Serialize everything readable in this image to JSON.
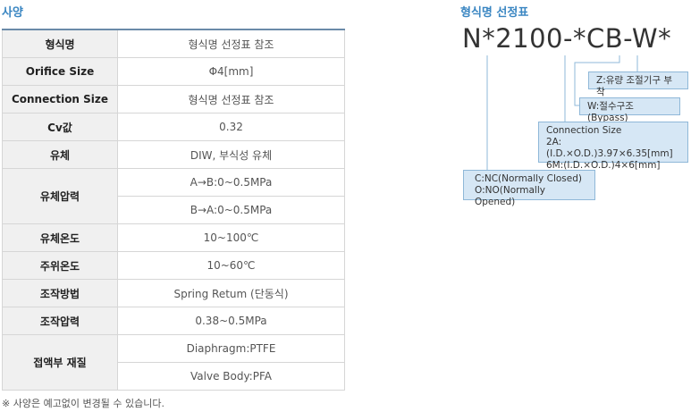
{
  "spec": {
    "title": "사양",
    "rows": [
      {
        "label": "형식명",
        "values": [
          "형식명 선정표 참조"
        ]
      },
      {
        "label": "Orifice Size",
        "values": [
          "Φ4[mm]"
        ]
      },
      {
        "label": "Connection Size",
        "values": [
          "형식명 선정표 참조"
        ]
      },
      {
        "label": "Cv값",
        "values": [
          "0.32"
        ]
      },
      {
        "label": "유체",
        "values": [
          "DIW, 부식성 유체"
        ]
      },
      {
        "label": "유체압력",
        "values": [
          "A→B:0~0.5MPa",
          "B→A:0~0.5MPa"
        ]
      },
      {
        "label": "유체온도",
        "values": [
          "10~100℃"
        ]
      },
      {
        "label": "주위온도",
        "values": [
          "10~60℃"
        ]
      },
      {
        "label": "조작방법",
        "values": [
          "Spring Retum (단동식)"
        ]
      },
      {
        "label": "조작압력",
        "values": [
          "0.38~0.5MPa"
        ]
      },
      {
        "label": "접액부 재질",
        "values": [
          "Diaphragm:PTFE",
          "Valve Body:PFA"
        ]
      }
    ],
    "note": "※ 사양은 예고없이 변경될 수 있습니다."
  },
  "model": {
    "title": "형식명 선정표",
    "code": "N*2100-*CB-W*",
    "boxes": {
      "z": "Z:유량 조절기구 부착",
      "w": "W:절수구조(Bypass)",
      "conn": [
        "Connection Size",
        "2A:(I.D.×O.D.)3.97×6.35[mm]",
        "6M:(I.D.×O.D.)4×6[mm]"
      ],
      "nc": [
        "C:NC(Normally Closed)",
        "O:NO(Normally Opened)"
      ]
    }
  }
}
